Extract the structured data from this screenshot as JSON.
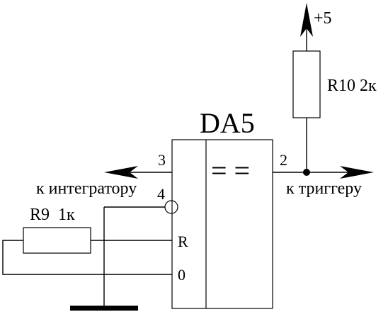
{
  "chip": {
    "name": "DA5",
    "function_symbol": "= =",
    "pins": {
      "in_left": "3",
      "in_mid": "4",
      "reset": "R",
      "zero": "0",
      "out": "2"
    }
  },
  "nets": {
    "supply": "+5",
    "to_integrator": "к интегратору",
    "to_trigger": "к триггеру"
  },
  "components": {
    "r10": "R10 2к",
    "r9": "R9  1к"
  },
  "colors": {
    "ink": "#000000",
    "paper": "#ffffff"
  }
}
